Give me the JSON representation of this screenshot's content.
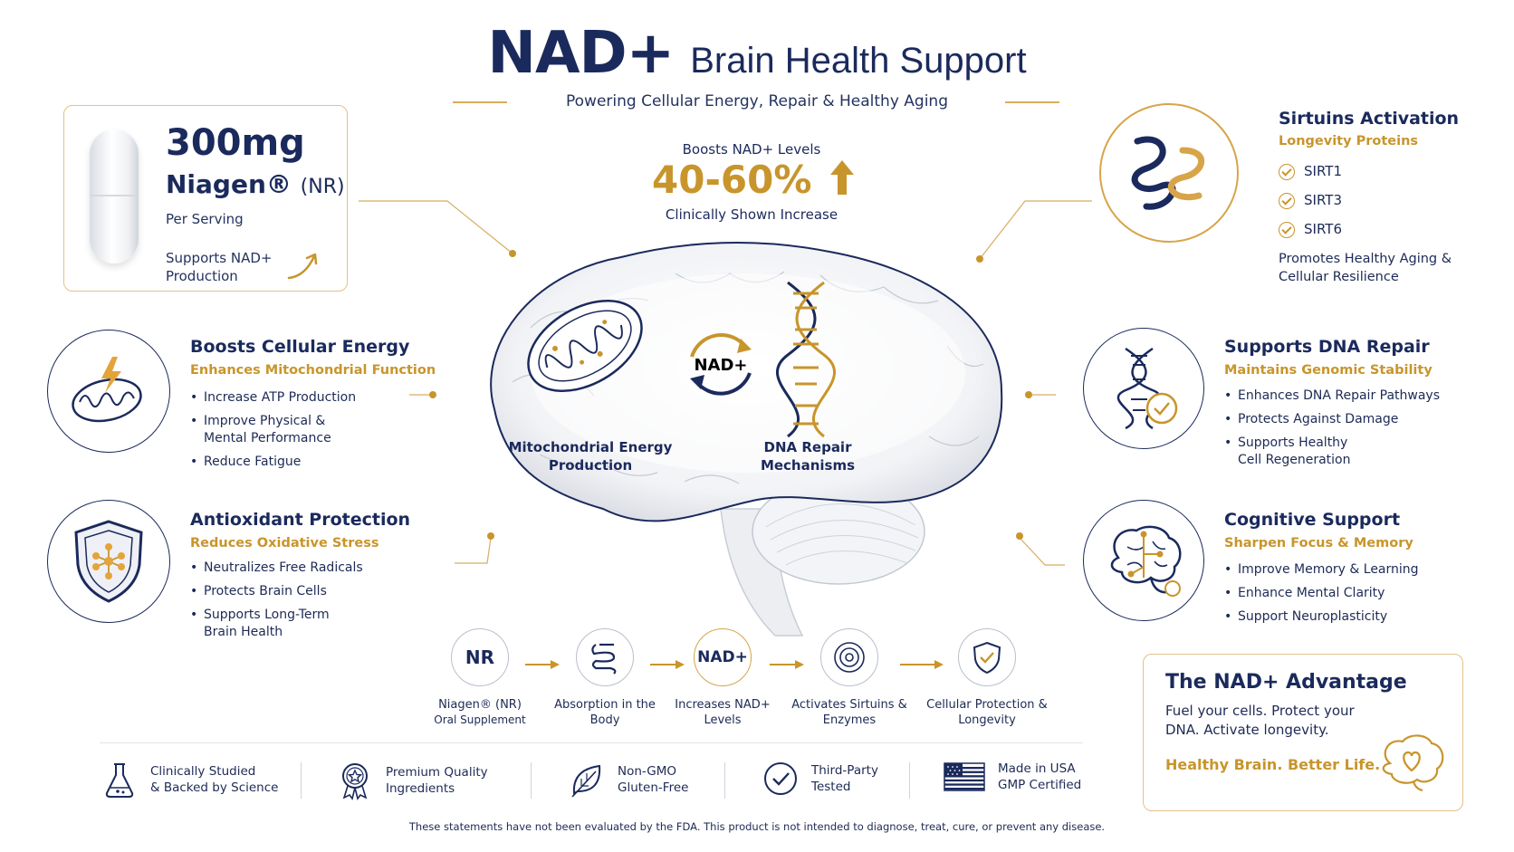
{
  "header": {
    "title_main": "NAD+",
    "title_rest": "Brain Health Support",
    "subtitle": "Powering Cellular Energy, Repair & Healthy Aging"
  },
  "capsule_card": {
    "dose": "300mg",
    "name": "Niagen®",
    "name_suffix": "(NR)",
    "per_serving": "Per Serving",
    "supports": "Supports NAD+ Production"
  },
  "boost": {
    "label": "Boosts NAD+ Levels",
    "value": "40-60%",
    "sublabel": "Clinically Shown Increase"
  },
  "sirtuins": {
    "title": "Sirtuins Activation",
    "subtitle": "Longevity Proteins",
    "items": [
      "SIRT1",
      "SIRT3",
      "SIRT6"
    ],
    "note": "Promotes Healthy Aging & Cellular Resilience"
  },
  "energy": {
    "title": "Boosts Cellular Energy",
    "subtitle": "Enhances Mitochondrial Function",
    "items": [
      "Increase ATP Production",
      "Improve Physical & Mental Performance",
      "Reduce Fatigue"
    ]
  },
  "antioxidant": {
    "title": "Antioxidant Protection",
    "subtitle": "Reduces Oxidative Stress",
    "items": [
      "Neutralizes Free Radicals",
      "Protects Brain Cells",
      "Supports Long-Term Brain Health"
    ]
  },
  "dna": {
    "title": "Supports DNA Repair",
    "subtitle": "Maintains Genomic Stability",
    "items": [
      "Enhances DNA Repair Pathways",
      "Protects Against Damage",
      "Supports Healthy Cell Regeneration"
    ]
  },
  "cognitive": {
    "title": "Cognitive Support",
    "subtitle": "Sharpen Focus & Memory",
    "items": [
      "Improve Memory & Learning",
      "Enhance Mental Clarity",
      "Support Neuroplasticity"
    ]
  },
  "brain": {
    "mito_label": "Mitochondrial Energy Production",
    "dna_label": "DNA Repair Mechanisms",
    "center": "NAD+"
  },
  "process": [
    {
      "icon": "NR",
      "label": "Niagen® (NR)",
      "sublabel": "Oral Supplement"
    },
    {
      "icon": "",
      "label": "Absorption in the Body",
      "sublabel": ""
    },
    {
      "icon": "NAD+",
      "label": "Increases NAD+ Levels",
      "sublabel": ""
    },
    {
      "icon": "",
      "label": "Activates Sirtuins & Enzymes",
      "sublabel": ""
    },
    {
      "icon": "",
      "label": "Cellular Protection & Longevity",
      "sublabel": ""
    }
  ],
  "badges": [
    {
      "icon": "flask-icon",
      "line1": "Clinically Studied",
      "line2": "& Backed by Science"
    },
    {
      "icon": "award-icon",
      "line1": "Premium Quality",
      "line2": "Ingredients"
    },
    {
      "icon": "leaf-icon",
      "line1": "Non-GMO",
      "line2": "Gluten-Free"
    },
    {
      "icon": "check-circle-icon",
      "line1": "Third-Party",
      "line2": "Tested"
    },
    {
      "icon": "us-flag-icon",
      "line1": "Made in USA",
      "line2": "GMP Certified"
    }
  ],
  "advantage": {
    "title": "The NAD+ Advantage",
    "text": "Fuel your cells. Protect your DNA. Activate longevity.",
    "tagline": "Healthy Brain. Better Life."
  },
  "disclaimer": "These statements have not been evaluated by the FDA. This product is not intended to diagnose, treat, cure, or prevent any disease.",
  "colors": {
    "navy": "#1b2a5c",
    "gold": "#c8952c"
  }
}
